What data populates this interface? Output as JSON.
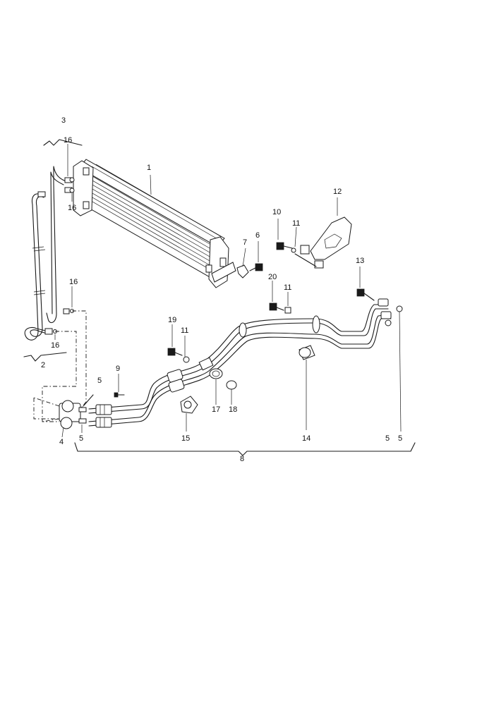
{
  "callouts": [
    {
      "id": "c1",
      "text": "1"
    },
    {
      "id": "c2",
      "text": "2"
    },
    {
      "id": "c3",
      "text": "3"
    },
    {
      "id": "c4",
      "text": "4"
    },
    {
      "id": "c5a",
      "text": "5"
    },
    {
      "id": "c5b",
      "text": "5"
    },
    {
      "id": "c5c",
      "text": "5"
    },
    {
      "id": "c5d",
      "text": "5"
    },
    {
      "id": "c6",
      "text": "6"
    },
    {
      "id": "c7",
      "text": "7"
    },
    {
      "id": "c8",
      "text": "8"
    },
    {
      "id": "c9",
      "text": "9"
    },
    {
      "id": "c10",
      "text": "10"
    },
    {
      "id": "c11a",
      "text": "11"
    },
    {
      "id": "c11b",
      "text": "11"
    },
    {
      "id": "c11c",
      "text": "11"
    },
    {
      "id": "c12",
      "text": "12"
    },
    {
      "id": "c13",
      "text": "13"
    },
    {
      "id": "c14",
      "text": "14"
    },
    {
      "id": "c15",
      "text": "15"
    },
    {
      "id": "c16a",
      "text": "16"
    },
    {
      "id": "c16b",
      "text": "16"
    },
    {
      "id": "c16c",
      "text": "16"
    },
    {
      "id": "c16d",
      "text": "16"
    },
    {
      "id": "c17",
      "text": "17"
    },
    {
      "id": "c18",
      "text": "18"
    },
    {
      "id": "c19",
      "text": "19"
    },
    {
      "id": "c20",
      "text": "20"
    }
  ]
}
